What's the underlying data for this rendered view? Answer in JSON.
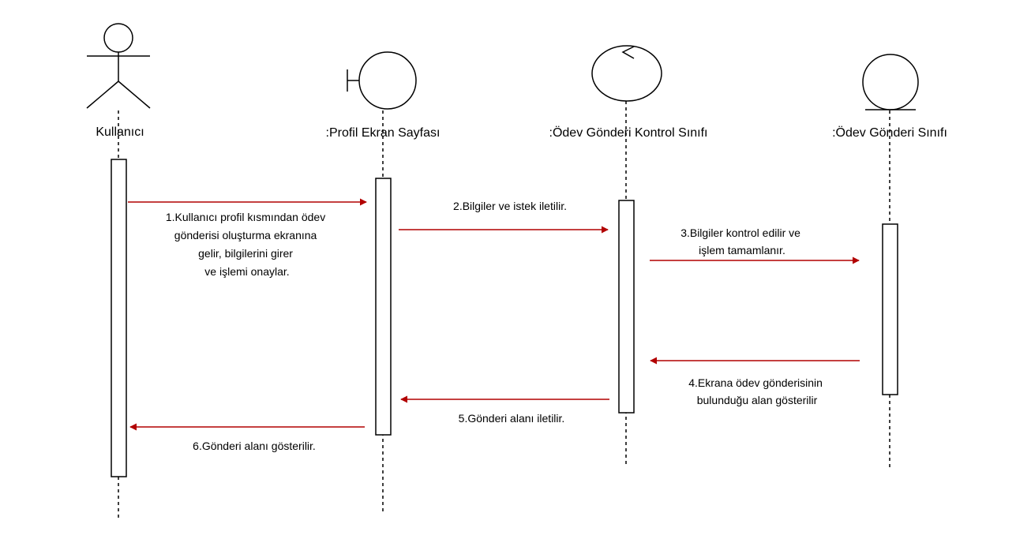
{
  "colors": {
    "message": "#b20000",
    "stroke": "#000000",
    "background": "#ffffff"
  },
  "participants": [
    {
      "id": "user",
      "kind": "actor",
      "label": "Kullanıcı"
    },
    {
      "id": "screen",
      "kind": "boundary",
      "label": ":Profil Ekran Sayfası"
    },
    {
      "id": "control",
      "kind": "control",
      "label": ":Ödev Gönderi Kontrol Sınıfı"
    },
    {
      "id": "entity",
      "kind": "entity",
      "label": ":Ödev Gönderi Sınıfı"
    }
  ],
  "messages": [
    {
      "from": "user",
      "to": "screen",
      "lines": [
        "1.Kullanıcı profil kısmından ödev",
        "gönderisi oluşturma ekranına",
        "gelir, bilgilerini girer",
        "ve işlemi onaylar."
      ]
    },
    {
      "from": "screen",
      "to": "control",
      "lines": [
        "2.Bilgiler ve istek iletilir."
      ]
    },
    {
      "from": "control",
      "to": "entity",
      "lines": [
        "3.Bilgiler kontrol edilir ve",
        "işlem tamamlanır."
      ]
    },
    {
      "from": "entity",
      "to": "control",
      "lines": [
        "4.Ekrana ödev gönderisinin",
        "bulunduğu alan gösterilir"
      ]
    },
    {
      "from": "control",
      "to": "screen",
      "lines": [
        "5.Gönderi alanı iletilir."
      ]
    },
    {
      "from": "screen",
      "to": "user",
      "lines": [
        "6.Gönderi alanı gösterilir."
      ]
    }
  ]
}
